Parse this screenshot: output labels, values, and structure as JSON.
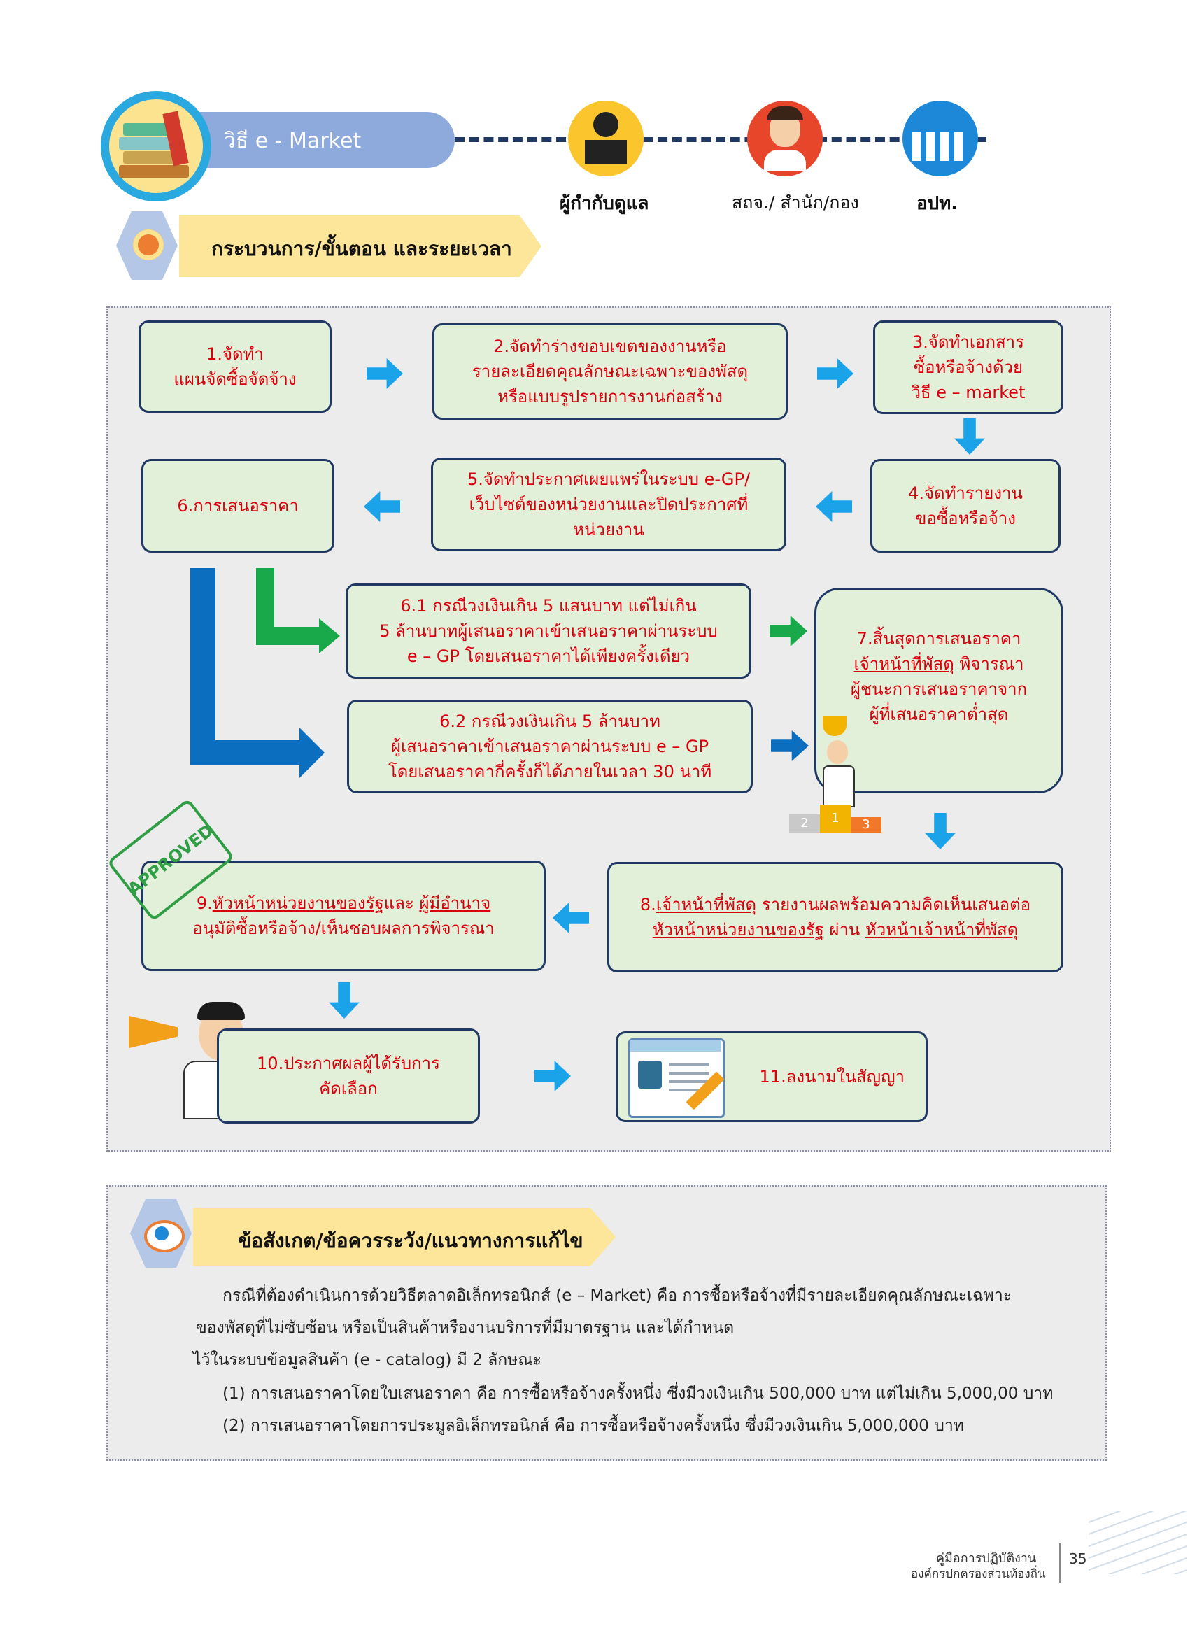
{
  "header": {
    "method_label": "วิธี e - Market",
    "roles": [
      "ผู้กำกับดูแล",
      "สถจ./ สำนัก/กอง",
      "อปท."
    ]
  },
  "process_section": {
    "title": "กระบวนการ/ขั้นตอน และระยะเวลา"
  },
  "steps": {
    "s1": {
      "l1": "1.จัดทำ",
      "l2": "แผนจัดซื้อจัดจ้าง"
    },
    "s2": {
      "l1": "2.จัดทำร่างขอบเขตของงานหรือ",
      "l2": "รายละเอียดคุณลักษณะเฉพาะของพัสดุ",
      "l3": "หรือแบบรูปรายการงานก่อสร้าง"
    },
    "s3": {
      "l1": "3.จัดทำเอกสาร",
      "l2": "ซื้อหรือจ้างด้วย",
      "l3": "วิธี e – market"
    },
    "s4": {
      "l1": "4.จัดทำรายงาน",
      "l2": "ขอซื้อหรือจ้าง"
    },
    "s5": {
      "l1": "5.จัดทำประกาศเผยแพร่ในระบบ e-GP/",
      "l2": "เว็บไซต์ของหน่วยงานและปิดประกาศที่",
      "l3": "หน่วยงาน"
    },
    "s6": {
      "l1": "6.การเสนอราคา"
    },
    "s61": {
      "l1": "6.1 กรณีวงเงินเกิน 5 แสนบาท แต่ไม่เกิน",
      "l2": "5 ล้านบาทผู้เสนอราคาเข้าเสนอราคาผ่านระบบ",
      "l3": "e – GP โดยเสนอราคาได้เพียงครั้งเดียว"
    },
    "s62": {
      "l1": "6.2 กรณีวงเงินเกิน 5 ล้านบาท",
      "l2": "ผู้เสนอราคาเข้าเสนอราคาผ่านระบบ e – GP",
      "l3": "โดยเสนอราคากี่ครั้งก็ได้ภายในเวลา 30 นาที"
    },
    "s7": {
      "l1": "7.สิ้นสุดการเสนอราคา",
      "l2u": "เจ้าหน้าที่พัสดุ",
      "l2": " พิจารณา",
      "l3": "ผู้ชนะการเสนอราคาจาก",
      "l4": "ผู้ที่เสนอราคาต่ำสุด"
    },
    "s8": {
      "l1a": "8.",
      "l1u": "เจ้าหน้าที่พัสดุ",
      "l1b": " รายงานผลพร้อมความคิดเห็นเสนอต่อ",
      "l2u1": "หัวหน้าหน่วยงานของรัฐ",
      "l2b": " ผ่าน ",
      "l2u2": "หัวหน้าเจ้าหน้าที่พัสดุ"
    },
    "s9": {
      "l1a": "9.",
      "l1u1": "หัวหน้าหน่วยงานของรัฐ",
      "l1b": "และ ",
      "l1u2": "ผู้มีอำนาจ",
      "l2": "อนุมัติซื้อหรือจ้าง/เห็นชอบผลการพิจารณา"
    },
    "s10": {
      "l1": "10.ประกาศผลผู้ได้รับการ",
      "l2": "คัดเลือก"
    },
    "s11": {
      "l1": "11.ลงนามในสัญญา"
    }
  },
  "stamp_text": "APPROVED",
  "podium": {
    "p2": "2",
    "p1": "1",
    "p3": "3"
  },
  "notes": {
    "title": "ข้อสังเกต/ข้อควรระวัง/แนวทางการแก้ไข",
    "lines": [
      "กรณีที่ต้องดำเนินการด้วยวิธีตลาดอิเล็กทรอนิกส์ (e – Market)  คือ การซื้อหรือจ้างที่มีรายละเอียดคุณลักษณะเฉพาะ",
      "ของพัสดุที่ไม่ซับซ้อน หรือเป็นสินค้าหรืองานบริการที่มีมาตรฐาน และได้กำหนด",
      "ไว้ในระบบข้อมูลสินค้า (e - catalog) มี 2 ลักษณะ",
      "(1) การเสนอราคาโดยใบเสนอราคา คือ การซื้อหรือจ้างครั้งหนึ่ง ซึ่งมีวงเงินเกิน 500,000 บาท แต่ไม่เกิน 5,000,00 บาท",
      "(2) การเสนอราคาโดยการประมูลอิเล็กทรอนิกส์ คือ การซื้อหรือจ้างครั้งหนึ่ง ซึ่งมีวงเงินเกิน 5,000,000 บาท"
    ]
  },
  "footer": {
    "line1": "คู่มือการปฏิบัติงาน",
    "line2": "องค์กรปกครองส่วนท้องถิ่น",
    "page_number": "35"
  }
}
